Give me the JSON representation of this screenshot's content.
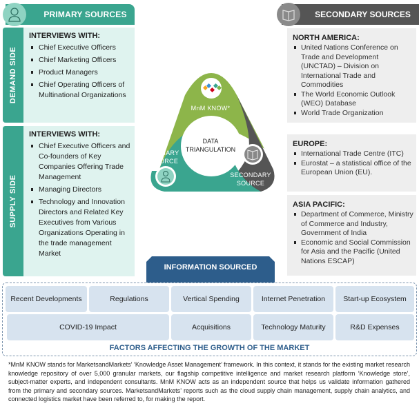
{
  "primary": {
    "header": "PRIMARY SOURCES",
    "demand": {
      "tab": "DEMAND SIDE",
      "heading": "INTERVIEWS WITH:",
      "items": [
        "Chief Executive Officers",
        "Chief Marketing Officers",
        "Product Managers",
        "Chief Operating Officers of Multinational Organizations"
      ]
    },
    "supply": {
      "tab": "SUPPLY SIDE",
      "heading": "INTERVIEWS WITH:",
      "items": [
        "Chief Executive Officers and Co-founders of Key Companies Offering Trade Management",
        "Managing Directors",
        "Technology and Innovation Directors and Related Key Executives from Various Organizations Operating in the trade management Market"
      ]
    }
  },
  "secondary": {
    "header": "SECONDARY SOURCES",
    "regions": [
      {
        "name": "NORTH AMERICA:",
        "items": [
          "United Nations Conference on Trade and Development (UNCTAD) – Division on International Trade and Commodities",
          "The World Economic Outlook (WEO) Database",
          "World Trade Organization"
        ]
      },
      {
        "name": "EUROPE:",
        "items": [
          "International Trade Centre (ITC)",
          "Eurostat – a statistical office of the European Union (EU)."
        ]
      },
      {
        "name": "ASIA PACIFIC:",
        "items": [
          "Department of Commerce, Ministry of Commerce and Industry, Government of India",
          "Economic and Social Commission for Asia and the Pacific (United Nations ESCAP)"
        ]
      }
    ]
  },
  "triangle": {
    "top": "MnM KNOW*",
    "left_line1": "PRIMARY",
    "left_line2": "SOURCE",
    "right_line1": "SECONDARY",
    "right_line2": "SOURCE",
    "center_line1": "DATA",
    "center_line2": "TRIANGULATION",
    "colors": {
      "green": "#8db54a",
      "teal": "#3aa58f",
      "dark": "#555555"
    }
  },
  "info_tab": "INFORMATION SOURCED",
  "factors": {
    "row1": [
      "Recent Developments",
      "Regulations",
      "Vertical Spending",
      "Internet Penetration",
      "Start-up Ecosystem"
    ],
    "row2": [
      "COVID-19 Impact",
      "Acquisitions",
      "Technology Maturity",
      "R&D Expenses"
    ],
    "title": "FACTORS AFFECTING THE GROWTH OF THE MARKET"
  },
  "footnote": "*MnM KNOW stands for MarketsandMarkets’ ‘Knowledge Asset Management’ framework. In this context, it stands for the existing market research knowledge repository of over 5,000 granular markets, our flagship competitive intelligence and market research platform ‘Knowledge store’, subject-matter experts, and independent consultants. MnM KNOW acts as an independent source that helps us validate information gathered from the primary and secondary sources. MarketsandMarkets’ reports such as the cloud supply chain management, supply chain analytics, and connected logistics market have been referred to, for making the report."
}
